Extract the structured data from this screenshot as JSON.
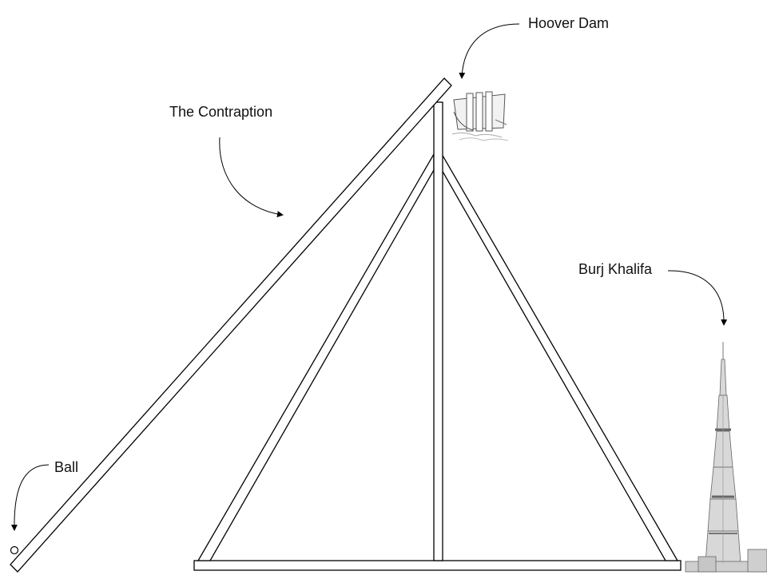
{
  "labels": {
    "hoover_dam": "Hoover Dam",
    "contraption": "The Contraption",
    "burj_khalifa": "Burj Khalifa",
    "ball": "Ball"
  },
  "colors": {
    "stroke": "#000000",
    "fill": "#ffffff",
    "illustration_grey": "#8a8a8a",
    "illustration_light": "#d8d8d8"
  },
  "icons": {
    "dam": "hoover-dam-illustration",
    "tower": "burj-khalifa-illustration",
    "ball": "ball-circle"
  }
}
